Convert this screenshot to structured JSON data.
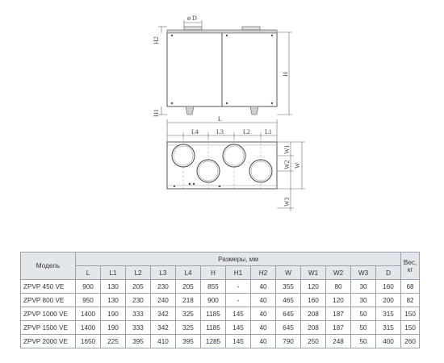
{
  "drawing": {
    "front_labels": {
      "diameter": "ø D",
      "h2": "H2",
      "h": "H",
      "h1": "H1"
    },
    "plan_labels": {
      "l": "L",
      "l4": "L4",
      "l3": "L3",
      "l2": "L2",
      "l1": "L1",
      "w1": "W1",
      "w2": "W2",
      "w": "W",
      "w3": "W3"
    }
  },
  "table": {
    "model_header": "Модель",
    "group_header": "Размеры, мм",
    "weight_header_line1": "Вес,",
    "weight_header_line2": "кг",
    "columns": [
      "L",
      "L1",
      "L2",
      "L3",
      "L4",
      "H",
      "H1",
      "H2",
      "W",
      "W1",
      "W2",
      "W3",
      "D"
    ],
    "rows": [
      {
        "model": "ZPVP 450 VE",
        "values": [
          "900",
          "130",
          "205",
          "230",
          "205",
          "855",
          "-",
          "40",
          "355",
          "120",
          "80",
          "30",
          "160"
        ],
        "weight": "68"
      },
      {
        "model": "ZPVP 800 VE",
        "values": [
          "950",
          "130",
          "230",
          "240",
          "218",
          "900",
          "-",
          "40",
          "465",
          "160",
          "120",
          "30",
          "200"
        ],
        "weight": "82"
      },
      {
        "model": "ZPVP 1000 VE",
        "values": [
          "1400",
          "190",
          "333",
          "342",
          "325",
          "1185",
          "145",
          "40",
          "645",
          "208",
          "187",
          "50",
          "315"
        ],
        "weight": "150"
      },
      {
        "model": "ZPVP 1500 VE",
        "values": [
          "1400",
          "190",
          "333",
          "342",
          "325",
          "1185",
          "145",
          "40",
          "645",
          "208",
          "187",
          "50",
          "315"
        ],
        "weight": "150"
      },
      {
        "model": "ZPVP 2000 VE",
        "values": [
          "1650",
          "225",
          "395",
          "410",
          "395",
          "1285",
          "145",
          "40",
          "790",
          "250",
          "248",
          "50",
          "400"
        ],
        "weight": "260"
      }
    ]
  }
}
